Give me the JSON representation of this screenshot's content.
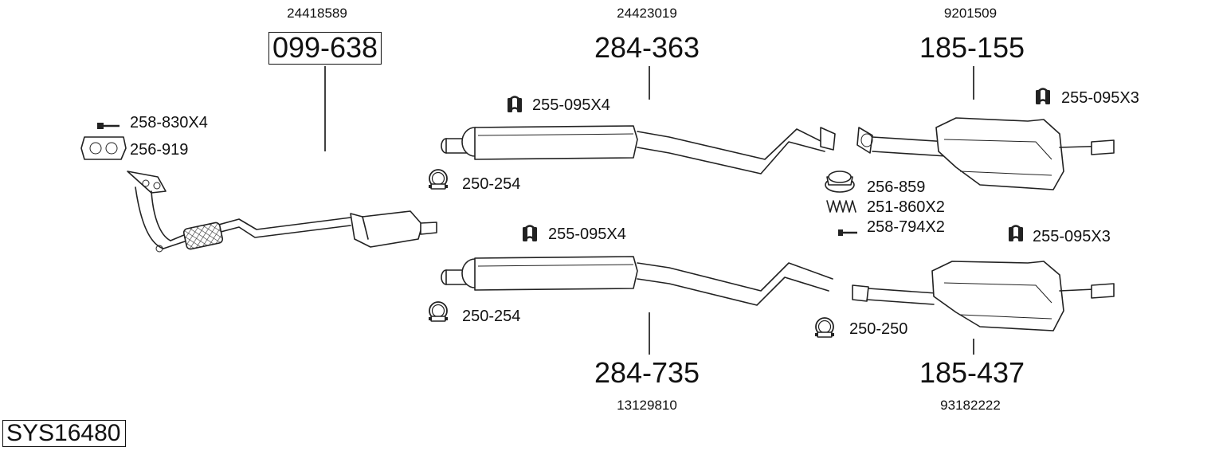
{
  "system_id": "SYS16480",
  "parts": [
    {
      "oe": "24418589",
      "number": "099-638"
    },
    {
      "oe": "24423019",
      "number": "284-363"
    },
    {
      "oe": "9201509",
      "number": "185-155"
    },
    {
      "oe": "13129810",
      "number": "284-735"
    },
    {
      "oe": "93182222",
      "number": "185-437"
    }
  ],
  "accessories": [
    {
      "label": "258-830X4",
      "icon": "bolt-icon"
    },
    {
      "label": "256-919",
      "icon": "gasket-icon"
    },
    {
      "label": "255-095X4",
      "icon": "rubber-hanger-icon"
    },
    {
      "label": "250-254",
      "icon": "clamp-icon"
    },
    {
      "label": "255-095X3",
      "icon": "rubber-hanger-icon"
    },
    {
      "label": "256-859",
      "icon": "sealing-ring-icon"
    },
    {
      "label": "251-860X2",
      "icon": "spring-icon"
    },
    {
      "label": "258-794X2",
      "icon": "bolt-icon"
    },
    {
      "label": "255-095X4",
      "icon": "rubber-hanger-icon"
    },
    {
      "label": "250-254",
      "icon": "clamp-icon"
    },
    {
      "label": "255-095X3",
      "icon": "rubber-hanger-icon"
    },
    {
      "label": "250-250",
      "icon": "clamp-icon"
    }
  ]
}
